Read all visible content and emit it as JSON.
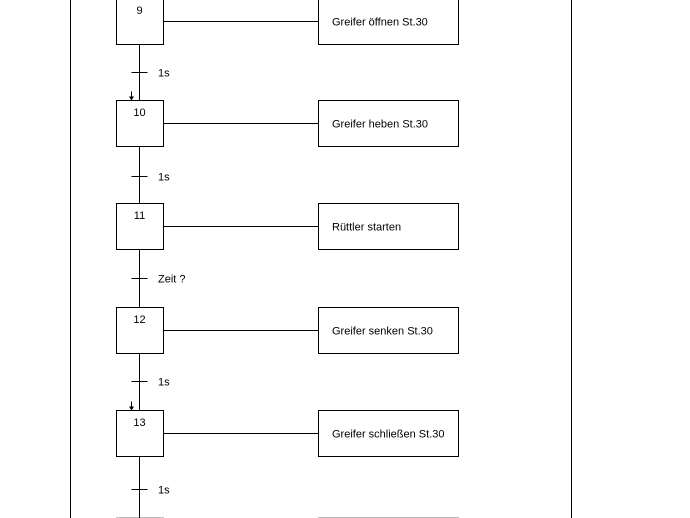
{
  "steps": [
    {
      "number": "9",
      "action": "Greifer öffnen St.30"
    },
    {
      "number": "10",
      "action": "Greifer heben St.30"
    },
    {
      "number": "11",
      "action": "Rüttler starten"
    },
    {
      "number": "12",
      "action": "Greifer senken St.30"
    },
    {
      "number": "13",
      "action": "Greifer schließen St.30"
    }
  ],
  "transitions": [
    {
      "label": "1s",
      "arrow_into_next_step": true
    },
    {
      "label": "1s",
      "arrow_into_next_step": false
    },
    {
      "label": "Zeit ?",
      "arrow_into_next_step": false
    },
    {
      "label": "1s",
      "arrow_into_next_step": true
    },
    {
      "label": "1s",
      "arrow_into_next_step": false
    }
  ]
}
